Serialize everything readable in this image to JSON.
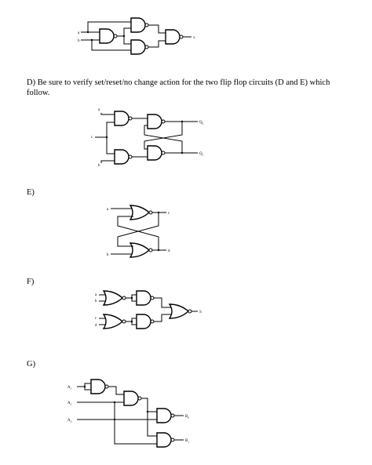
{
  "problem_d": {
    "text_line1": "D) Be sure to verify set/reset/no change action for the two flip flop circuits (D and E) which",
    "text_line2": "follow."
  },
  "section_labels": {
    "e": "E)",
    "f": "F)",
    "g": "G)"
  },
  "circuit_top": {
    "in_a": "a",
    "in_b": "b",
    "out_x": "x"
  },
  "circuit_d": {
    "in_a": "a",
    "in_c": "c",
    "in_b": "b",
    "out_q2": "Q",
    "out_q2_sub": "2",
    "out_q1": "Q",
    "out_q1_sub": "1"
  },
  "circuit_e": {
    "in_a": "a",
    "in_b": "b",
    "out_c": "c",
    "out_d": "d"
  },
  "circuit_f": {
    "in_a": "a",
    "in_b": "b",
    "in_c": "c",
    "in_d": "d",
    "out_s": "S"
  },
  "circuit_g": {
    "in_1": "A",
    "in_1_sub": "1",
    "in_2": "A",
    "in_2_sub": "2",
    "in_3": "A",
    "in_3_sub": "3",
    "out_1": "B",
    "out_1_sub": "0",
    "out_2": "B",
    "out_2_sub": "1"
  }
}
